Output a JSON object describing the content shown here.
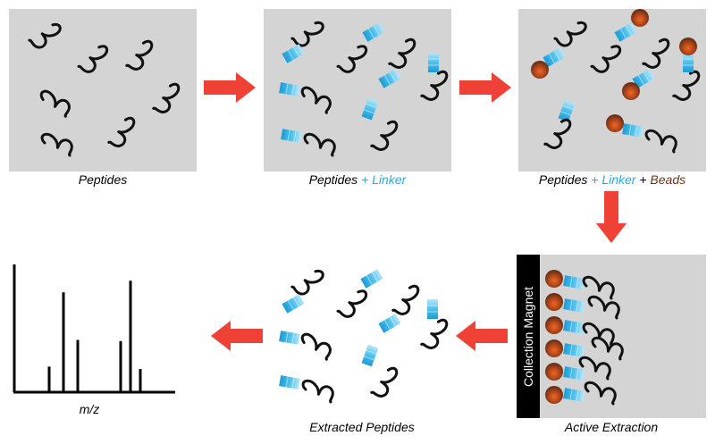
{
  "labels": {
    "peptides": "Peptides",
    "peptides_linker_1": "Peptides",
    "peptides_linker_2": "+ Linker",
    "plb_1": "Peptides",
    "plb_2": "+ Linker",
    "plb_3": "+",
    "plb_4": "Beads",
    "extracted": "Extracted Peptides",
    "active": "Active Extraction",
    "magnet": "Collection Magnet",
    "mz": "m/z"
  },
  "colors": {
    "panel": "#d4d4d4",
    "arrow": "#ef4136",
    "linker": "#29a9e0",
    "bead": "#6b3318",
    "magnet": "#000000"
  },
  "spectrum": {
    "peaks": [
      0.22,
      0.86,
      0.45,
      0.44,
      0.96,
      0.2
    ]
  }
}
